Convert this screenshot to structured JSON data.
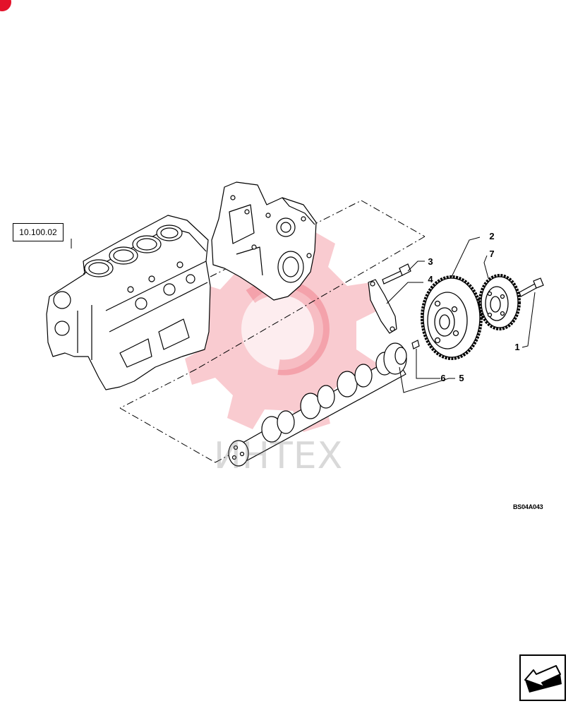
{
  "diagram": {
    "reference_box": "10.100.02",
    "image_code": "BS04A043",
    "watermark": "ИНТЕХ",
    "callouts": {
      "c1": "1",
      "c2": "2",
      "c3": "3",
      "c4": "4",
      "c5": "5",
      "c6": "6",
      "c7": "7"
    },
    "colors": {
      "line": "#000000",
      "watermark": "#e3122a",
      "corner_mark": "#e3122a"
    }
  },
  "navigation": {
    "icon": "arrow-back-icon"
  }
}
